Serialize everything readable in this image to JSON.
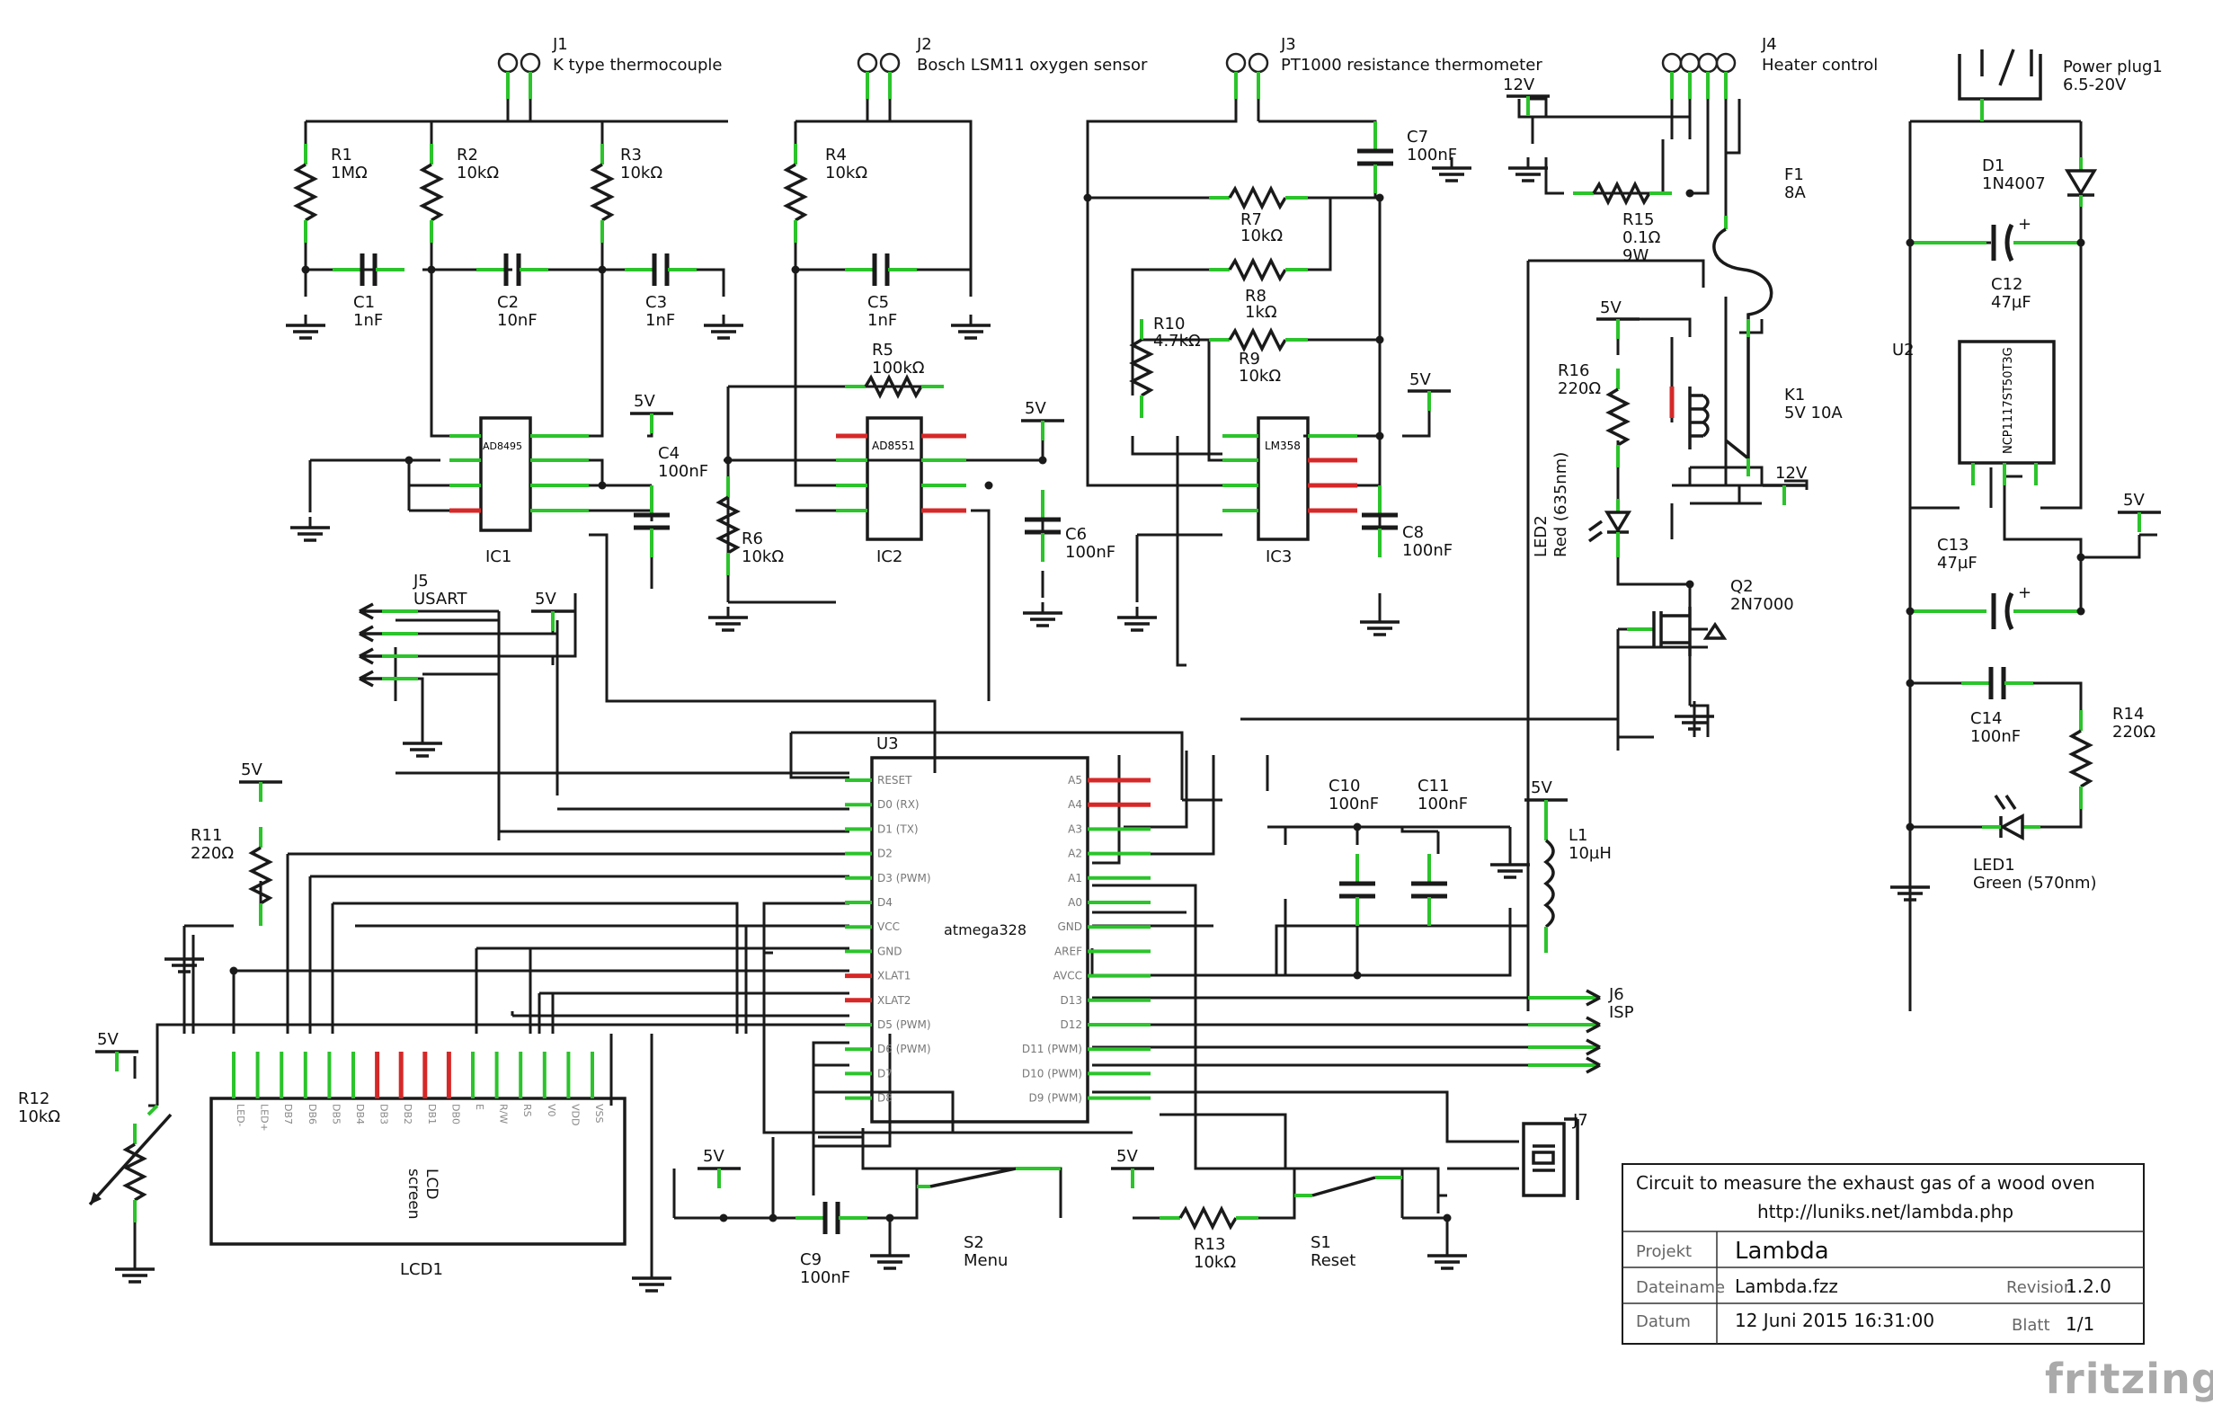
{
  "components": {
    "J1": {
      "ref": "J1",
      "value": "K type thermocouple"
    },
    "J2": {
      "ref": "J2",
      "value": "Bosch LSM11 oxygen sensor"
    },
    "J3": {
      "ref": "J3",
      "value": "PT1000 resistance thermometer"
    },
    "J4": {
      "ref": "J4",
      "value": "Heater control"
    },
    "J5": {
      "ref": "J5",
      "value": "USART"
    },
    "J6": {
      "ref": "J6",
      "value": "ISP"
    },
    "J7": {
      "ref": "J7",
      "value": ""
    },
    "PP1": {
      "ref": "Power plug1",
      "value": "6.5-20V"
    },
    "R1": {
      "ref": "R1",
      "value": "1MΩ"
    },
    "R2": {
      "ref": "R2",
      "value": "10kΩ"
    },
    "R3": {
      "ref": "R3",
      "value": "10kΩ"
    },
    "R4": {
      "ref": "R4",
      "value": "10kΩ"
    },
    "R5": {
      "ref": "R5",
      "value": "100kΩ"
    },
    "R6": {
      "ref": "R6",
      "value": "10kΩ"
    },
    "R7": {
      "ref": "R7",
      "value": "10kΩ"
    },
    "R8": {
      "ref": "R8",
      "value": "1kΩ"
    },
    "R9": {
      "ref": "R9",
      "value": "10kΩ"
    },
    "R10": {
      "ref": "R10",
      "value": "4.7kΩ"
    },
    "R11": {
      "ref": "R11",
      "value": "220Ω"
    },
    "R12": {
      "ref": "R12",
      "value": "10kΩ"
    },
    "R13": {
      "ref": "R13",
      "value": "10kΩ"
    },
    "R14": {
      "ref": "R14",
      "value": "220Ω"
    },
    "R15": {
      "ref": "R15",
      "value": "0.1Ω",
      "value2": "9W"
    },
    "R16": {
      "ref": "R16",
      "value": "220Ω"
    },
    "C1": {
      "ref": "C1",
      "value": "1nF"
    },
    "C2": {
      "ref": "C2",
      "value": "10nF"
    },
    "C3": {
      "ref": "C3",
      "value": "1nF"
    },
    "C4": {
      "ref": "C4",
      "value": "100nF"
    },
    "C5": {
      "ref": "C5",
      "value": "1nF"
    },
    "C6": {
      "ref": "C6",
      "value": "100nF"
    },
    "C7": {
      "ref": "C7",
      "value": "100nF"
    },
    "C8": {
      "ref": "C8",
      "value": "100nF"
    },
    "C9": {
      "ref": "C9",
      "value": "100nF"
    },
    "C10": {
      "ref": "C10",
      "value": "100nF"
    },
    "C11": {
      "ref": "C11",
      "value": "100nF"
    },
    "C12": {
      "ref": "C12",
      "value": "47µF"
    },
    "C13": {
      "ref": "C13",
      "value": "47µF"
    },
    "C14": {
      "ref": "C14",
      "value": "100nF"
    },
    "F1": {
      "ref": "F1",
      "value": "8A"
    },
    "K1": {
      "ref": "K1",
      "value": "5V 10A"
    },
    "D1": {
      "ref": "D1",
      "value": "1N4007"
    },
    "L1": {
      "ref": "L1",
      "value": "10µH"
    },
    "Q2": {
      "ref": "Q2",
      "value": "2N7000"
    },
    "LED1": {
      "ref": "LED1",
      "value": "Green (570nm)"
    },
    "LED2": {
      "ref": "LED2",
      "value": "Red (635nm)"
    },
    "S1": {
      "ref": "S1",
      "value": "Reset"
    },
    "S2": {
      "ref": "S2",
      "value": "Menu"
    },
    "IC1": {
      "ref": "IC1",
      "value": "AD8495"
    },
    "IC2": {
      "ref": "IC2",
      "value": "AD8551"
    },
    "IC3": {
      "ref": "IC3",
      "value": "LM358"
    },
    "U2": {
      "ref": "U2",
      "value": "NCP1117ST50T3G"
    },
    "U3": {
      "ref": "U3",
      "value": "atmega328"
    },
    "LCD1": {
      "ref": "LCD1",
      "value": "LCD",
      "value2": "screen"
    }
  },
  "supply_labels": {
    "v5": "5V",
    "v12": "12V"
  },
  "u3_pins_left": [
    "RESET",
    "D0 (RX)",
    "D1 (TX)",
    "D2",
    "D3 (PWM)",
    "D4",
    "VCC",
    "GND",
    "XLAT1",
    "XLAT2",
    "D5 (PWM)",
    "D6 (PWM)",
    "D7",
    "D8"
  ],
  "u3_pins_right": [
    "A5",
    "A4",
    "A3",
    "A2",
    "A1",
    "A0",
    "GND",
    "AREF",
    "AVCC",
    "D13",
    "D12",
    "D11 (PWM)",
    "D10 (PWM)",
    "D9 (PWM)"
  ],
  "lcd_pins": [
    "LED-",
    "LED+",
    "DB7",
    "DB6",
    "DB5",
    "DB4",
    "DB3",
    "DB2",
    "DB1",
    "DB0",
    "E",
    "R/W",
    "RS",
    "V0",
    "VDD",
    "VSS"
  ],
  "title_block": {
    "description": "Circuit to measure the exhaust gas of a wood oven",
    "url": "http://luniks.net/lambda.php",
    "project_label": "Projekt",
    "project": "Lambda",
    "file_label": "Dateiname",
    "file": "Lambda.fzz",
    "revision_label": "Revision",
    "revision": "1.2.0",
    "date_label": "Datum",
    "date": "12 Juni 2015 16:31:00",
    "sheet_label": "Blatt",
    "sheet": "1/1"
  },
  "logo": "fritzing"
}
